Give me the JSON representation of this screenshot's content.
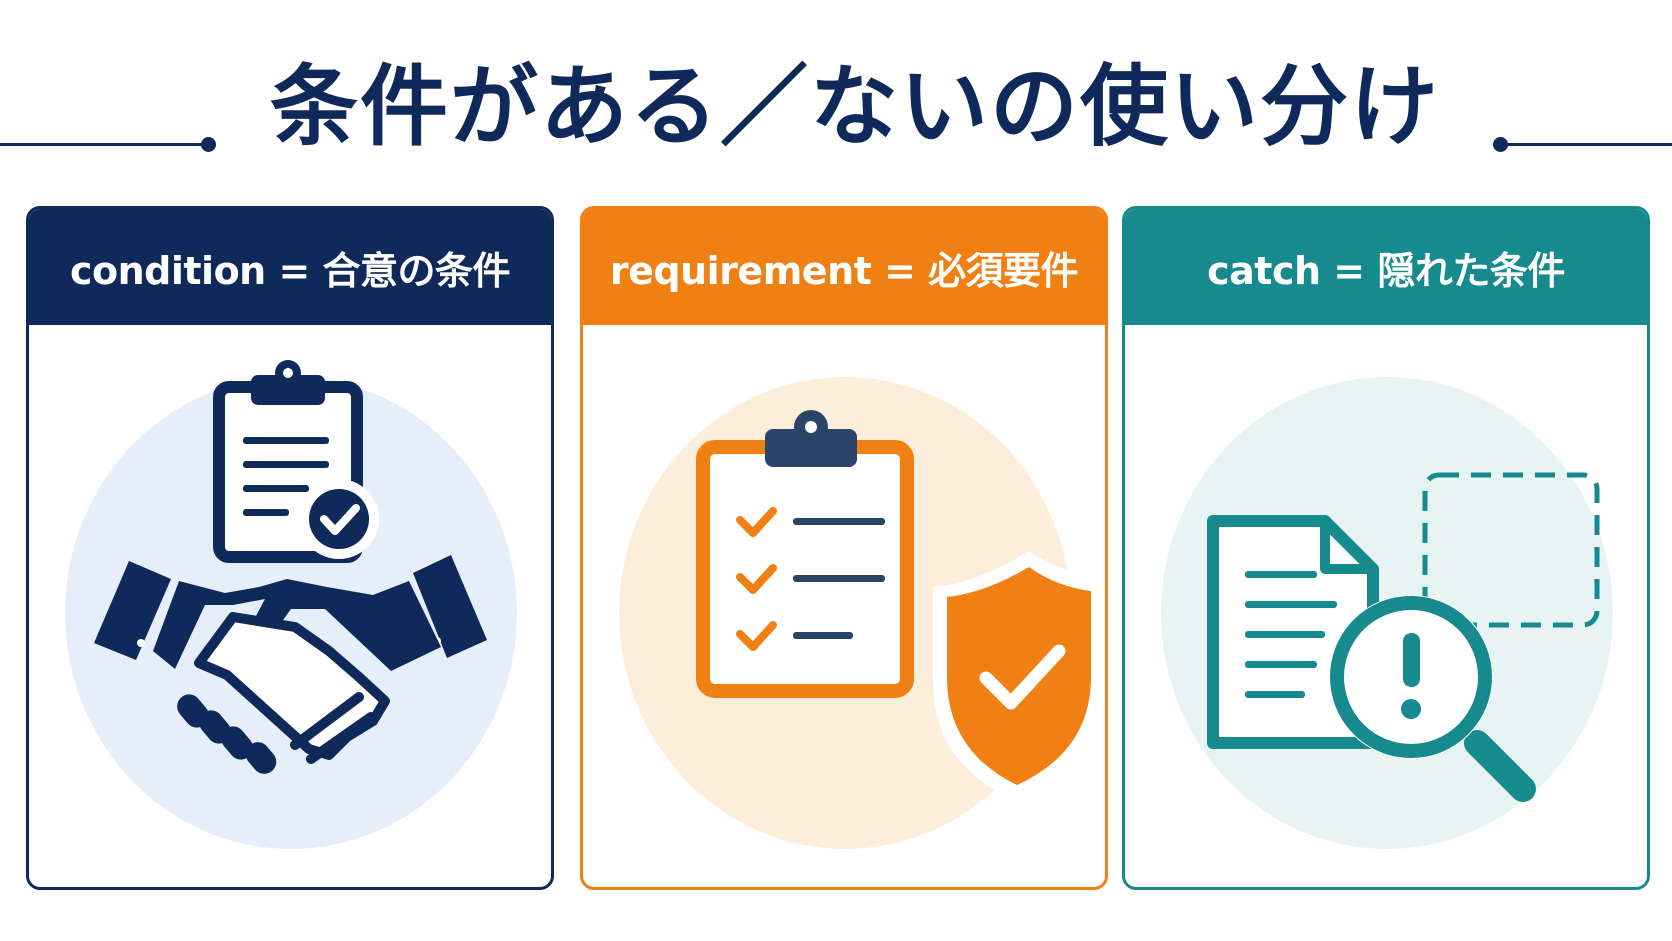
{
  "page": {
    "title": "条件がある／ないの使い分け"
  },
  "colors": {
    "navy": "#0f2a5a",
    "orange": "#f08013",
    "teal": "#178a8e"
  },
  "cards": [
    {
      "header": "condition = 合意の条件",
      "accent": "#0f2a5a",
      "circle": "#e6eff9",
      "icons": [
        "clipboard-icon",
        "check-badge-icon",
        "handshake-icon"
      ]
    },
    {
      "header": "requirement = 必須要件",
      "accent": "#f08013",
      "circle": "#fdeedc",
      "icons": [
        "checklist-clipboard-icon",
        "shield-check-icon"
      ]
    },
    {
      "header": "catch = 隠れた条件",
      "accent": "#178a8e",
      "circle": "#e8f4f4",
      "icons": [
        "document-icon",
        "magnifier-warning-icon",
        "dashed-box-icon"
      ]
    }
  ]
}
